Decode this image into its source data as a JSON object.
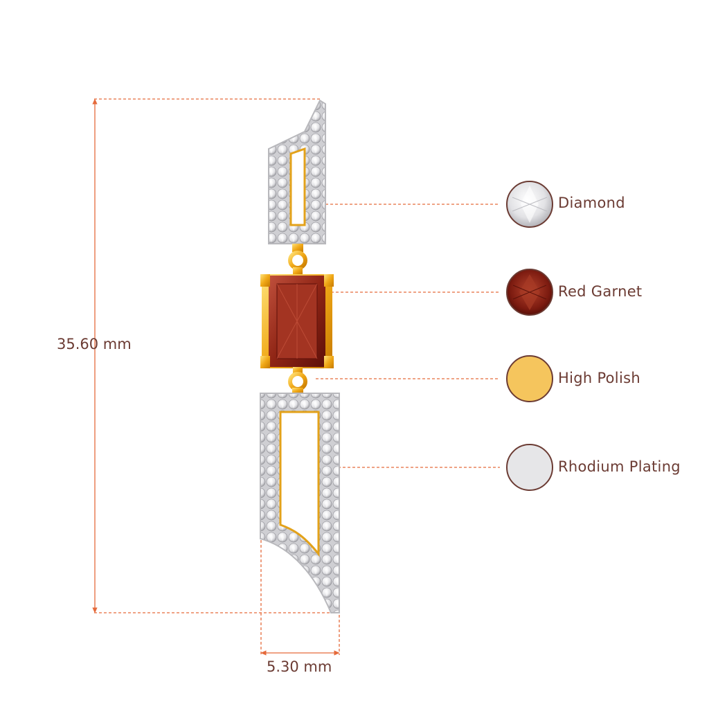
{
  "dimensions": {
    "height_label": "35.60 mm",
    "width_label": "5.30 mm"
  },
  "legend": [
    {
      "key": "diamond",
      "label": "Diamond",
      "icon": "diamond-icon",
      "color": "#e9e9ec"
    },
    {
      "key": "garnet",
      "label": "Red Garnet",
      "icon": "garnet-icon",
      "color": "#8a1f12"
    },
    {
      "key": "polish",
      "label": "High Polish",
      "icon": "gold-swatch-icon",
      "color": "#f5c55d"
    },
    {
      "key": "rhodium",
      "label": "Rhodium Plating",
      "icon": "rhodium-swatch-icon",
      "color": "#e6e6e8"
    }
  ],
  "colors": {
    "dimension_line": "#e56a3b",
    "label_text": "#6b3b33",
    "gold": "#f0a817",
    "metal_silver": "#d8d8da",
    "garnet": "#9c2b1b"
  }
}
